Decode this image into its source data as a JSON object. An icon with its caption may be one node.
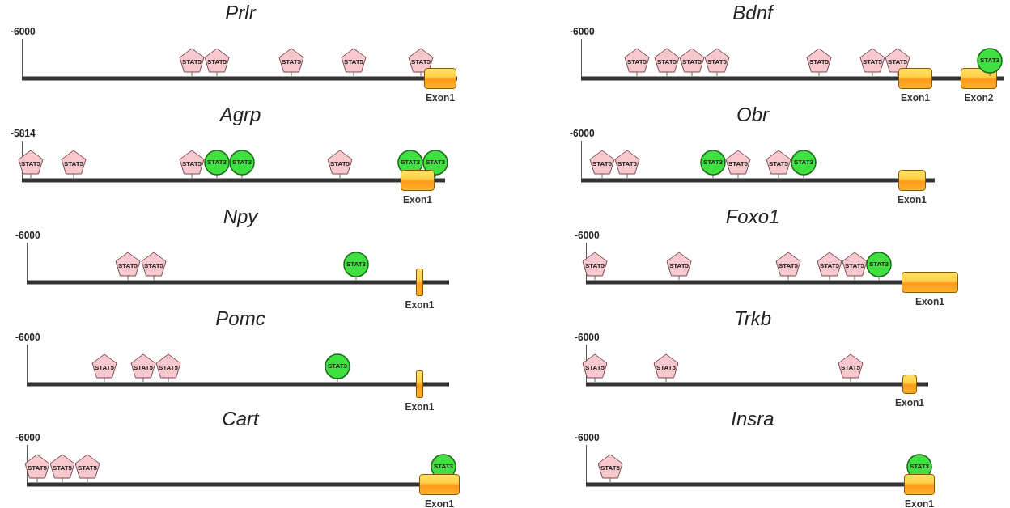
{
  "diagram": {
    "nodes": [
      {
        "text": [
          "Prlr",
          "-6000"
        ]
      },
      {
        "text": [
          "STAT5"
        ],
        "in": 0
      },
      {
        "text": [
          "STAT5"
        ],
        "in": 0
      },
      {
        "text": [
          "STAT5"
        ],
        "in": 0
      },
      {
        "text": [
          "STAT5"
        ],
        "in": 0
      },
      {
        "text": [
          "STAT5"
        ],
        "in": 0
      },
      {
        "text": [
          "Exon1"
        ],
        "in": 0
      },
      {
        "text": [
          "Agrp",
          "-5814"
        ]
      },
      {
        "text": [
          "STAT5"
        ],
        "in": 7
      },
      {
        "text": [
          "STAT5"
        ],
        "in": 7
      },
      {
        "text": [
          "STAT5"
        ],
        "in": 7
      },
      {
        "text": [
          "STAT3"
        ],
        "in": 7
      },
      {
        "text": [
          "STAT3"
        ],
        "in": 7
      },
      {
        "text": [
          "STAT5"
        ],
        "in": 7
      },
      {
        "text": [
          "STAT3"
        ],
        "in": 7
      },
      {
        "text": [
          "STAT3"
        ],
        "in": 7
      },
      {
        "text": [
          "Exon1"
        ],
        "in": 7
      },
      {
        "text": [
          "Npy",
          "-6000"
        ]
      },
      {
        "text": [
          "STAT5"
        ],
        "in": 17
      },
      {
        "text": [
          "STAT5"
        ],
        "in": 17
      },
      {
        "text": [
          "STAT3"
        ],
        "in": 17
      },
      {
        "text": [
          "Exon1"
        ],
        "in": 17
      },
      {
        "text": [
          "Pomc",
          "-6000"
        ]
      },
      {
        "text": [
          "STAT5"
        ],
        "in": 22
      },
      {
        "text": [
          "STAT5"
        ],
        "in": 22
      },
      {
        "text": [
          "STAT5"
        ],
        "in": 22
      },
      {
        "text": [
          "STAT3"
        ],
        "in": 22
      },
      {
        "text": [
          "Exon1"
        ],
        "in": 22
      },
      {
        "text": [
          "Cart",
          "-6000"
        ]
      },
      {
        "text": [
          "STAT5"
        ],
        "in": 28
      },
      {
        "text": [
          "STAT5"
        ],
        "in": 28
      },
      {
        "text": [
          "STAT5"
        ],
        "in": 28
      },
      {
        "text": [
          "STAT3"
        ],
        "in": 28
      },
      {
        "text": [
          "Exon1"
        ],
        "in": 28
      },
      {
        "text": [
          "Bdnf",
          "-6000"
        ]
      },
      {
        "text": [
          "STAT5"
        ],
        "in": 34
      },
      {
        "text": [
          "STAT5"
        ],
        "in": 34
      },
      {
        "text": [
          "STAT5"
        ],
        "in": 34
      },
      {
        "text": [
          "STAT5"
        ],
        "in": 34
      },
      {
        "text": [
          "STAT5"
        ],
        "in": 34
      },
      {
        "text": [
          "STAT5"
        ],
        "in": 34
      },
      {
        "text": [
          "STAT5"
        ],
        "in": 34
      },
      {
        "text": [
          "Exon1"
        ],
        "in": 34
      },
      {
        "text": [
          "Exon2"
        ],
        "in": 34
      },
      {
        "text": [
          "STAT3"
        ],
        "in": 34
      },
      {
        "text": [
          "Obr",
          "-6000"
        ]
      },
      {
        "text": [
          "STAT5"
        ],
        "in": 45
      },
      {
        "text": [
          "STAT5"
        ],
        "in": 45
      },
      {
        "text": [
          "STAT3"
        ],
        "in": 45
      },
      {
        "text": [
          "STAT5"
        ],
        "in": 45
      },
      {
        "text": [
          "STAT5"
        ],
        "in": 45
      },
      {
        "text": [
          "STAT3"
        ],
        "in": 45
      },
      {
        "text": [
          "Exon1"
        ],
        "in": 45
      },
      {
        "text": [
          "Foxo1",
          "-6000"
        ]
      },
      {
        "text": [
          "STAT5"
        ],
        "in": 53
      },
      {
        "text": [
          "STAT5"
        ],
        "in": 53
      },
      {
        "text": [
          "STAT5"
        ],
        "in": 53
      },
      {
        "text": [
          "STAT5"
        ],
        "in": 53
      },
      {
        "text": [
          "STAT5"
        ],
        "in": 53
      },
      {
        "text": [
          "STAT3"
        ],
        "in": 53
      },
      {
        "text": [
          "Exon1"
        ],
        "in": 53
      },
      {
        "text": [
          "Trkb",
          "-6000"
        ]
      },
      {
        "text": [
          "STAT5"
        ],
        "in": 61
      },
      {
        "text": [
          "STAT5"
        ],
        "in": 61
      },
      {
        "text": [
          "STAT5"
        ],
        "in": 61
      },
      {
        "text": [
          "Exon1"
        ],
        "in": 61
      },
      {
        "text": [
          "Insra",
          "-6000"
        ]
      },
      {
        "text": [
          "STAT5"
        ],
        "in": 66
      },
      {
        "text": [
          "STAT3"
        ],
        "in": 66
      },
      {
        "text": [
          "Exon1"
        ],
        "in": 66
      }
    ]
  }
}
